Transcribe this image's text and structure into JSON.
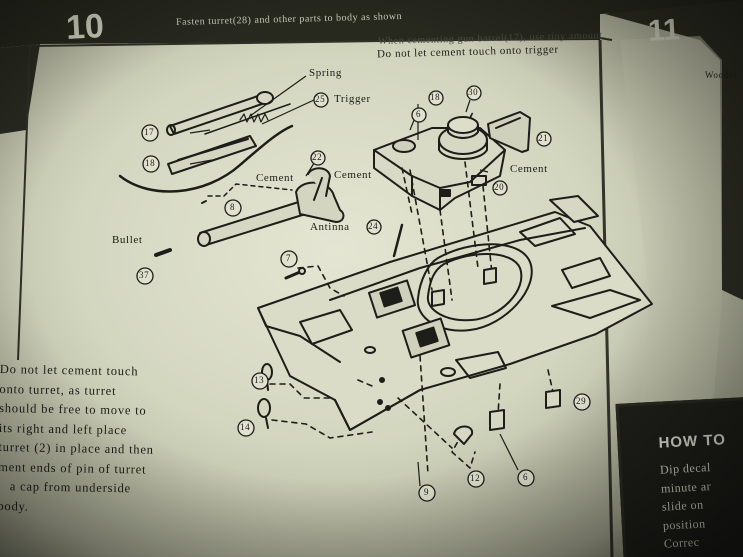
{
  "page": {
    "left_step_number": "10",
    "right_step_number": "11",
    "header_text": "Fasten turret(28) and other parts to body as shown",
    "top_note_line1": "When cementing gun barrel(17), use tiny amount.",
    "top_note_line2": "Do not let cement touch onto trigger",
    "right_fragment": "Woodes"
  },
  "callouts": {
    "spring": "Spring",
    "trigger": "Trigger",
    "cement_left": "Cement",
    "cement_middle": "Cement",
    "cement_right": "Cement",
    "bullet": "Bullet",
    "antenna": "Antinna"
  },
  "part_numbers": {
    "p17": "17",
    "p25": "25",
    "p18_left": "18",
    "p22": "22",
    "p8": "8",
    "p37": "37",
    "p24": "24",
    "p7": "7",
    "p6_top": "6",
    "p18_top": "18",
    "p30": "30",
    "p21": "21",
    "p20": "20",
    "p13": "13",
    "p14": "14",
    "p9": "9",
    "p12": "12",
    "p6_bottom": "6",
    "p29": "29"
  },
  "left_note": [
    "Do not let cement touch",
    "onto turret, as turret",
    "should be free to move to",
    "its right and left place",
    "turret (2) in place and then",
    "ment ends of pin of turret",
    "a cap from underside",
    "body."
  ],
  "how_to_box": {
    "title": "HOW TO",
    "lines": [
      "Dip decal",
      "minute ar",
      "slide on",
      "position",
      "Correc"
    ]
  }
}
